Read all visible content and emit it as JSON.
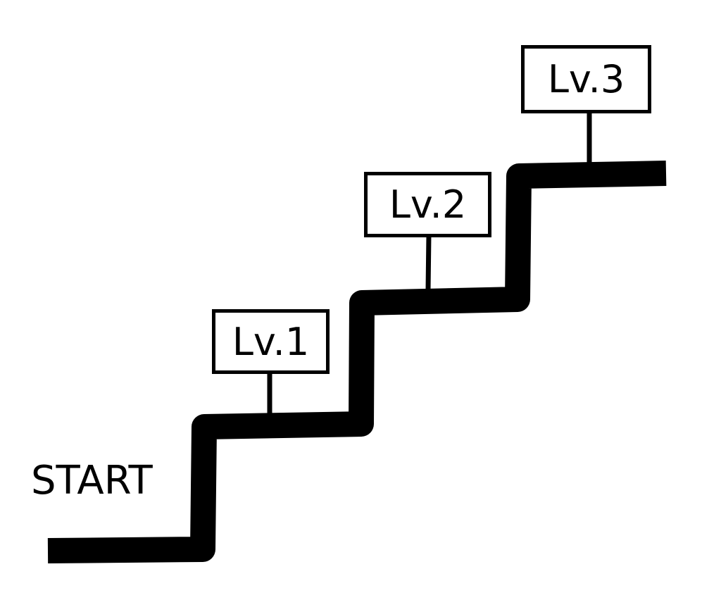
{
  "start_label": "START",
  "levels": [
    {
      "label": "Lv.1"
    },
    {
      "label": "Lv.2"
    },
    {
      "label": "Lv.3"
    }
  ]
}
